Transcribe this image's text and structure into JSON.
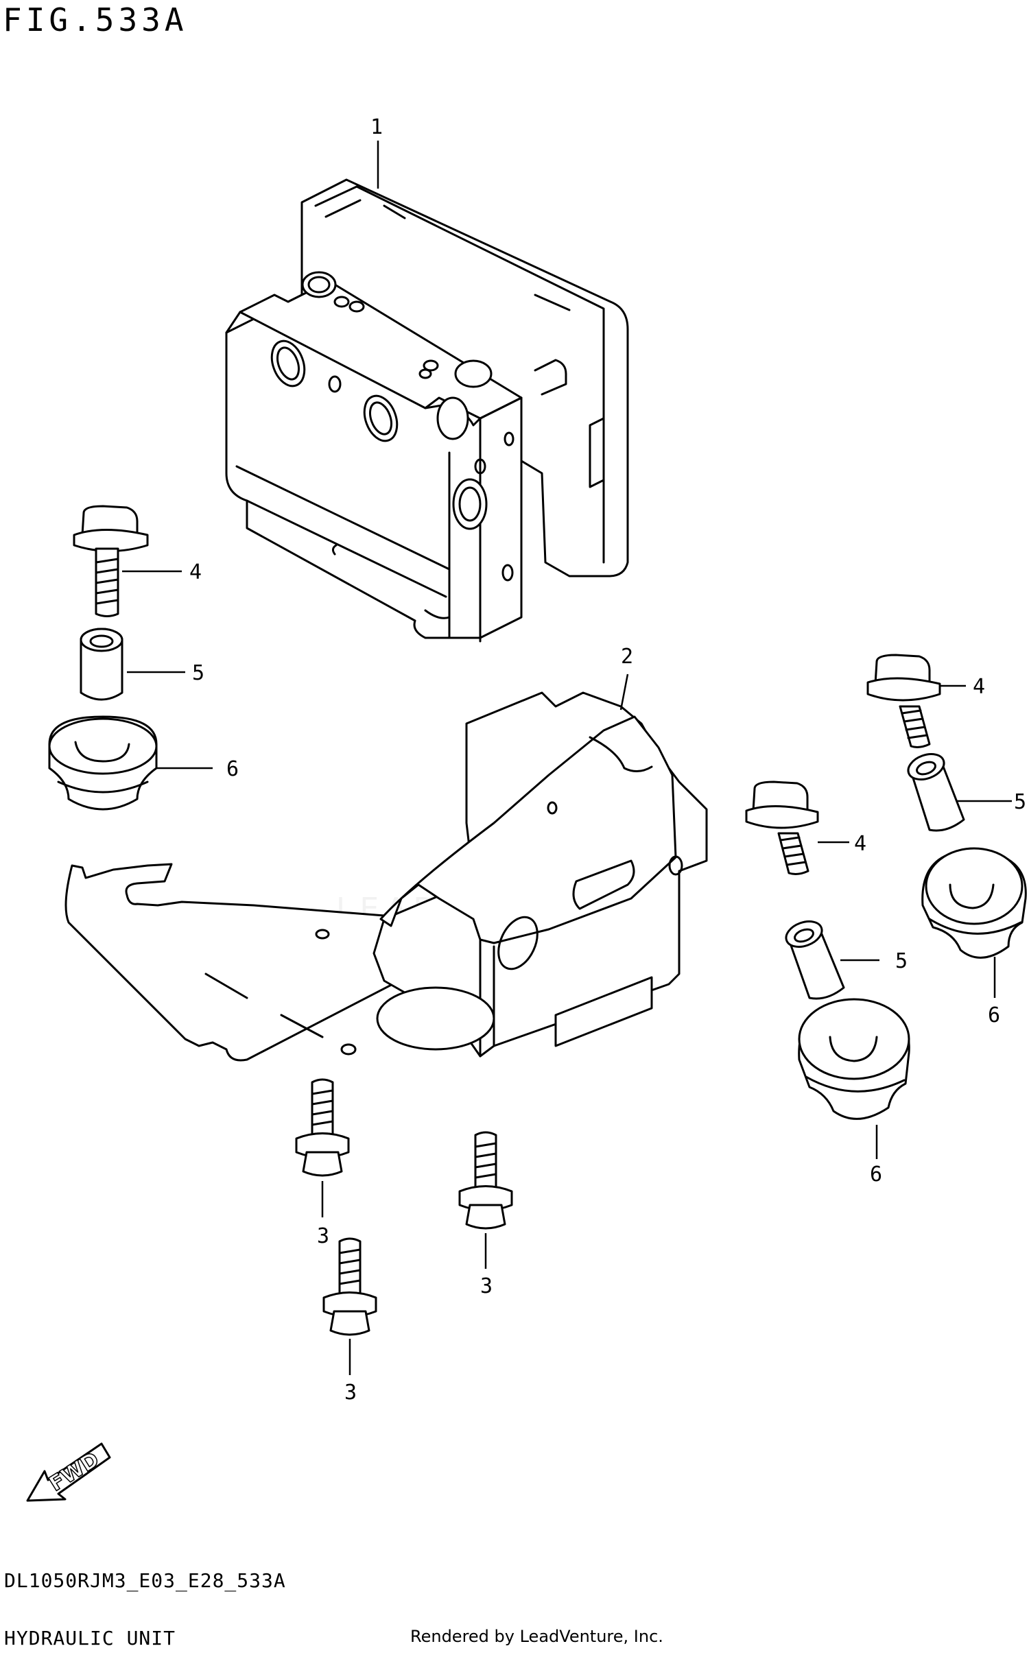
{
  "figure": {
    "title": "FIG.533A",
    "code": "DL1050RJM3_E03_E28_533A",
    "name": "HYDRAULIC UNIT",
    "credit": "Rendered by LeadVenture, Inc.",
    "watermark": "LEADVENTURE"
  },
  "callouts": [
    "1",
    "2",
    "3",
    "4",
    "5",
    "6"
  ],
  "direction_label": "FWD"
}
